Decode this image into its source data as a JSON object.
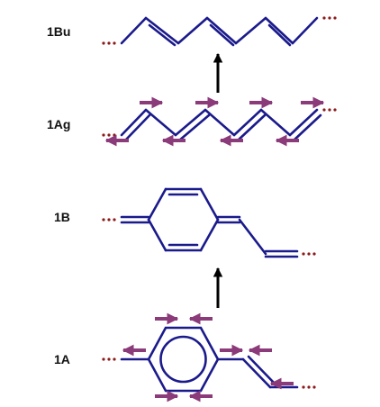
{
  "labels": {
    "bu": "1Bu",
    "ag": "1Ag",
    "b": "1B",
    "a": "1A"
  },
  "colors": {
    "bond": "#1a1a8c",
    "arrow": "#8b3a7a",
    "dots": "#8b1a1a",
    "transition": "#000000",
    "label": "#111111"
  }
}
